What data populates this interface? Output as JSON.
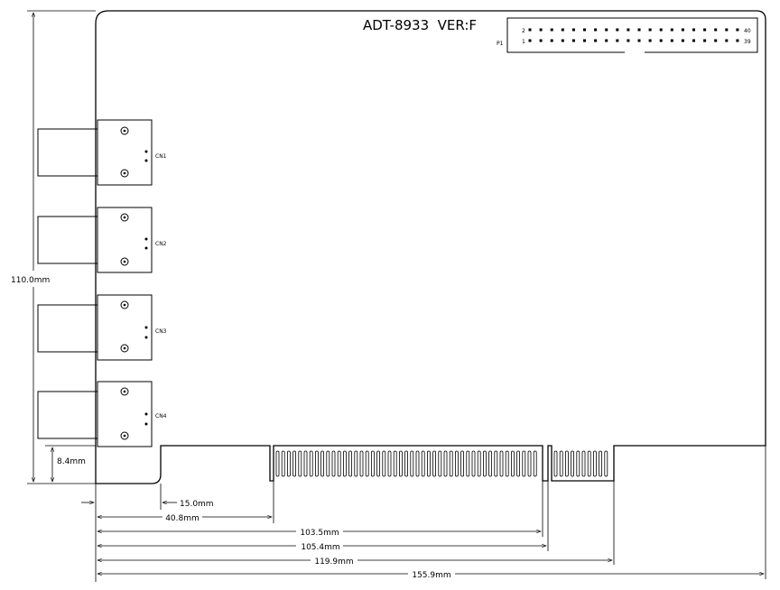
{
  "board": {
    "title": "ADT-8933  VER:F",
    "header_label": "P1",
    "header_pin_tl": "2",
    "header_pin_bl": "1",
    "header_pin_tr": "40",
    "header_pin_br": "39"
  },
  "connectors": [
    {
      "label": "CN1"
    },
    {
      "label": "CN2"
    },
    {
      "label": "CN3"
    },
    {
      "label": "CN4"
    }
  ],
  "dimensions": {
    "height": "110.0mm",
    "bracket_offset": "8.4mm",
    "d1": "15.0mm",
    "d2": "40.8mm",
    "d3": "103.5mm",
    "d4": "105.4mm",
    "d5": "119.9mm",
    "d6": "155.9mm"
  }
}
